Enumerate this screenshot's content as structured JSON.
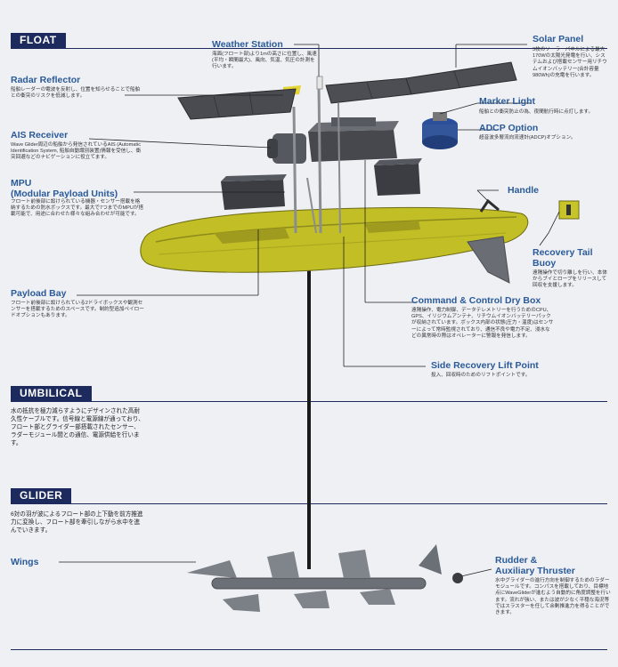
{
  "sections": {
    "float": "FLOAT",
    "umbilical": "UMBILICAL",
    "glider": "GLIDER"
  },
  "labels": {
    "weather_station": {
      "title": "Weather Station",
      "desc": "海面(フロート部)より1mの高さに位置し、風速(平均・瞬間最大)、風向、気温、気圧の計測を行います。"
    },
    "solar_panel": {
      "title": "Solar Panel",
      "desc": "3枚のソーラーパネルによる最大170Wの太陽光発電を行い、システムおよび搭載センサー用リチウムイオンバッテリー(合計容量980Wh)の充電を行います。"
    },
    "radar_reflector": {
      "title": "Radar Reflector",
      "desc": "船舶レーダーの電波を反射し、位置を知らせることで船舶との衝突のリスクを低減します。"
    },
    "marker_light": {
      "title": "Marker Light",
      "desc": "船舶との衝突防止の為、夜間航行時に点灯します。"
    },
    "ais_receiver": {
      "title": "AIS Receiver",
      "desc": "Wave Glider周辺の船舶から発信されているAIS (Automatic Identification System, 船舶自動識別装置)情報を受信し、衝突回避などのナビゲーションに役立てます。"
    },
    "adcp_option": {
      "title": "ADCP Option",
      "desc": "超音波多層流向流速計(ADCP)オプション。"
    },
    "mpu": {
      "title": "MPU\n(Modular Payload Units)",
      "desc": "フロート前後部に設けられている機器・センサー搭載を格納するための防水ボックスです。最大で7つまでのMPUが搭載可能で、用途に合わせた様々な組み合わせが可能です。"
    },
    "handle": {
      "title": "Handle"
    },
    "recovery_tail_buoy": {
      "title": "Recovery Tail\nBuoy",
      "desc": "遠隔操作で切り離しを行い、本体からブイとロープをリリースして回収を支援します。"
    },
    "payload_bay": {
      "title": "Payload Bay",
      "desc": "フロート前後部に設けられている2ドライボックスや観測センサーを搭載するためのスペースです。制約型追加ペイロードオプションもあります。"
    },
    "command_control": {
      "title": "Command & Control Dry Box",
      "desc": "遠隔操作、電力制御、データテレメトリーを行うためのCPU、GPS、イリジウムアンテナ、リチウムイオンバッテリーパックが収納されています。ボックス内部の状態(圧力・温度)はセンサーによって常時監視されており、通信不良や電力不足、浸水などの異常時の際はオペレーターに警報を発信します。"
    },
    "side_recovery": {
      "title": "Side Recovery Lift Point",
      "desc": "投入、回収時のためのリフトポイントです。"
    },
    "umbilical_desc": "水の抵抗を極力減らすようにデザインされた高耐久性ケーブルです。信号線と電源線が通っており、フロート部とグライダー部搭載されたセンサー、ラダーモジュール間との通信、電源供給を行います。",
    "glider_desc": "6対の羽が波によるフロート部の上下動を前方推進力に変換し、フロート部を牽引しながら水中を進んでいきます。",
    "wings": {
      "title": "Wings"
    },
    "rudder": {
      "title": "Rudder &\nAuxiliary Thruster",
      "desc": "水中グライダーの進行方向を制御するためのラダーモジュールです。コンパスを搭載しており、目標地点にWaveGliderが進むよう自動的に角度調整を行います。流れが強い、または波が少なく平穏な海況等ではスラスターを任して余剰推進力を得ることができます。"
    }
  },
  "colors": {
    "navy": "#1c2a5e",
    "title_blue": "#2a5a98",
    "float_yellow": "#c7c42a",
    "panel": "#4a4c52"
  }
}
